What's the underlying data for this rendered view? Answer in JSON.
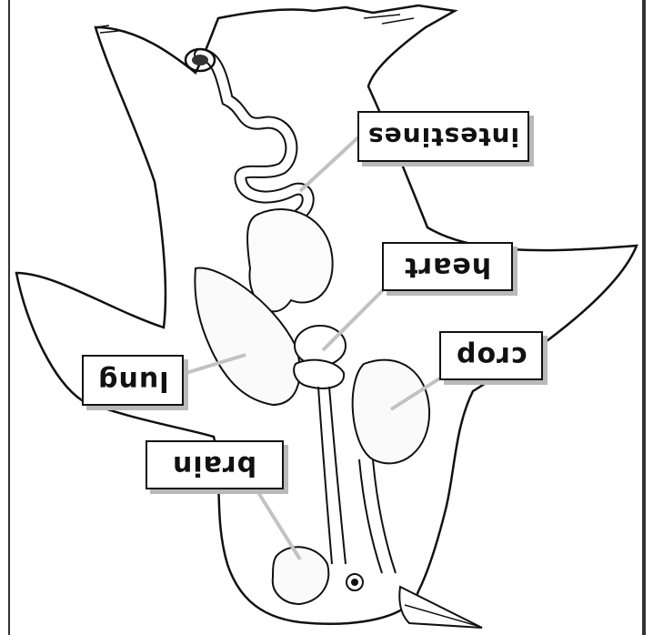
{
  "diagram": {
    "labels": {
      "intestines": "intestines",
      "heart": "heart",
      "crop": "crop",
      "lung": "lung",
      "brain": "brain"
    },
    "colors": {
      "line": "#111111",
      "leader": "#c2c2c2",
      "shadow": "#b9b9b9",
      "background": "#ffffff"
    }
  }
}
